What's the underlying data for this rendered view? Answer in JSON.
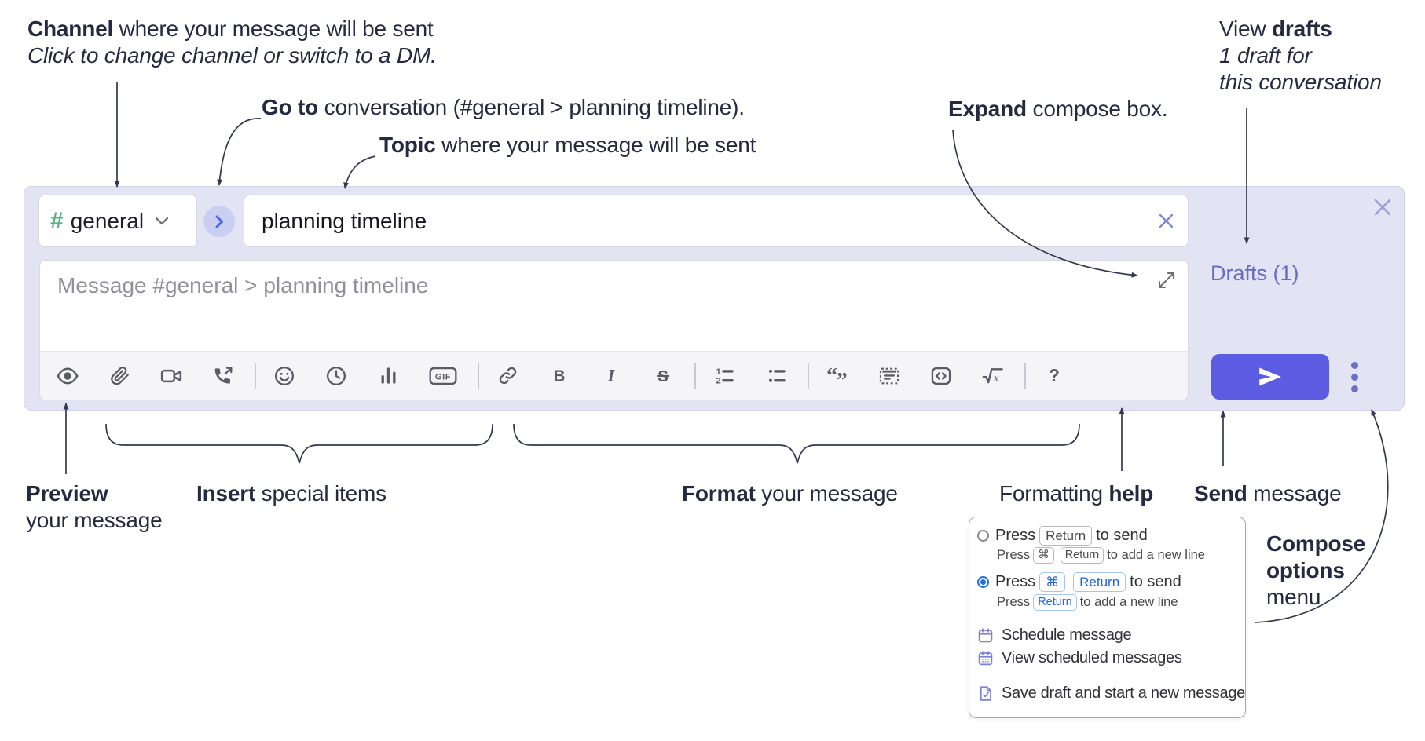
{
  "annotations": {
    "channel": {
      "bold": "Channel",
      "rest": " where your message will be sent",
      "italic": "Click to change channel or switch to a DM."
    },
    "goto": {
      "bold": "Go to",
      "rest": " conversation (#general > planning timeline)."
    },
    "topic": {
      "bold": "Topic",
      "rest": " where your message will be sent"
    },
    "expand": {
      "bold": "Expand",
      "rest": " compose box."
    },
    "view_drafts": {
      "pre": "View ",
      "bold": "drafts",
      "line2": "1 draft for",
      "line3": "this conversation"
    },
    "preview": {
      "bold": "Preview",
      "line2": "your message"
    },
    "insert": {
      "bold": "Insert",
      "rest": " special items"
    },
    "format": {
      "bold": "Format",
      "rest": " your message"
    },
    "formatting_help": {
      "pre": "Formatting ",
      "bold": "help"
    },
    "send": {
      "bold": "Send",
      "rest": " message"
    },
    "compose_options": {
      "line1": "Compose",
      "line2": "options",
      "line3": "menu"
    }
  },
  "compose": {
    "channel_hash": "#",
    "channel_name": "general",
    "topic_value": "planning timeline",
    "message_placeholder": "Message #general > planning timeline",
    "drafts_label": "Drafts (1)",
    "glyphs": {
      "bold": "B",
      "italic": "I",
      "strike": "S",
      "gif": "GIF",
      "math_x": "x",
      "help": "?",
      "quote_open": "“",
      "quote_close": "”",
      "ol_1": "1",
      "ol_2": "2"
    },
    "toolbar_icon_names": [
      "eye-icon",
      "paperclip-icon",
      "video-camera-icon",
      "phone-call-icon",
      "emoji-icon",
      "clock-icon",
      "bar-chart-icon",
      "gif-icon",
      "link-icon",
      "bold-icon",
      "italic-icon",
      "strikethrough-icon",
      "ordered-list-icon",
      "bullet-list-icon",
      "blockquote-icon",
      "code-block-icon",
      "inline-code-icon",
      "formula-icon",
      "help-icon"
    ]
  },
  "menu": {
    "press": "Press",
    "to_send": "to send",
    "to_newline": "to add a new line",
    "key_return": "Return",
    "key_cmd": "⌘",
    "items": [
      "Schedule message",
      "View scheduled messages",
      "Save draft and start a new message"
    ]
  },
  "colors": {
    "send_accent": "#5b5ce2",
    "compose_bg": "#e2e4f4",
    "drafts_link": "#666bc4",
    "hash_green": "#57b284",
    "key_blue": "#2465dd",
    "menu_icon_purple": "#7d82d6",
    "goto_chevron_blue": "#4768f2"
  }
}
